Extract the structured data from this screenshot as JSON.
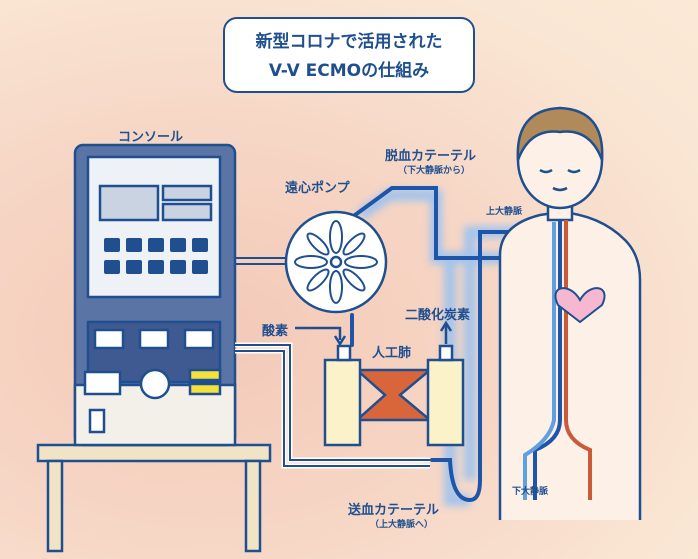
{
  "title": {
    "line1": "新型コロナで活用された",
    "line2": "V-V ECMOの仕組み"
  },
  "labels": {
    "console": "コンソール",
    "pump": "遠心ポンプ",
    "drain_catheter": "脱血カテーテル",
    "drain_catheter_sub": "（下大静脈から）",
    "superior_vena_cava": "上大静脈",
    "oxygen": "酸素",
    "co2": "二酸化炭素",
    "oxygenator": "人工肺",
    "return_catheter": "送血カテーテル",
    "return_catheter_sub": "（上大静脈へ）",
    "inferior_vena_cava": "下大静脈"
  },
  "colors": {
    "navy": "#1f4f8f",
    "blood_line": "#1f55a8",
    "glow": "#7fb4f0",
    "heart": "#f5b8d0",
    "membrane": "#d9653a",
    "hair": "#b08a5a"
  }
}
